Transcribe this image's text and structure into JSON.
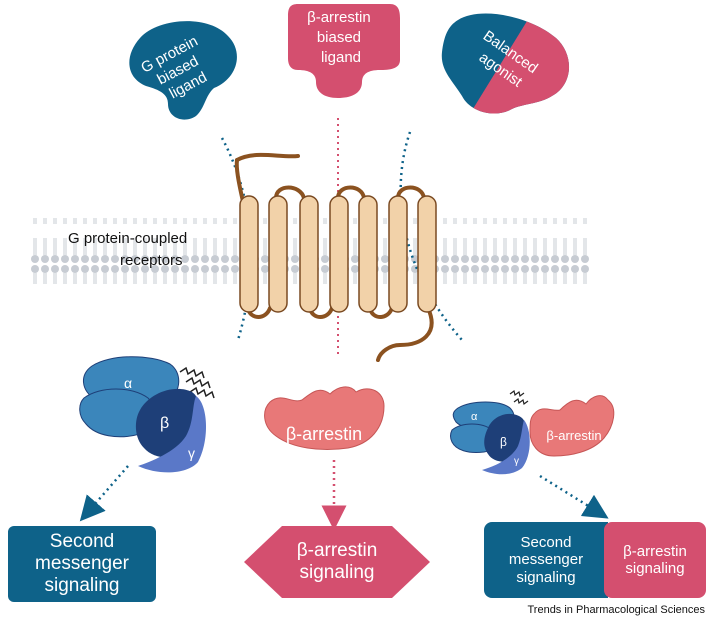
{
  "ligands": {
    "g_protein": "G protein\nbiased\nligand",
    "arrestin": "β-arrestin\nbiased\nligand",
    "balanced": "Balanced\nagonist"
  },
  "receptor_label": "G protein-coupled\nreceptors",
  "g_protein_subunits": {
    "alpha": "α",
    "beta": "β",
    "gamma": "γ"
  },
  "arrestin_label": "β-arrestin",
  "outcomes": {
    "second_messenger": "Second\nmessenger\nsignaling",
    "arrestin_signaling": "β-arrestin\nsignaling"
  },
  "credit": "Trends in Pharmacological Sciences",
  "colors": {
    "teal": "#0e6289",
    "pink": "#d44f6f",
    "helix": "#f2d2a9",
    "helix_stroke": "#7a4a22",
    "gprotein_light": "#3b86bb",
    "gprotein_dark": "#1e3f78",
    "gamma": "#5a78c8",
    "arrestin": "#e87878"
  }
}
